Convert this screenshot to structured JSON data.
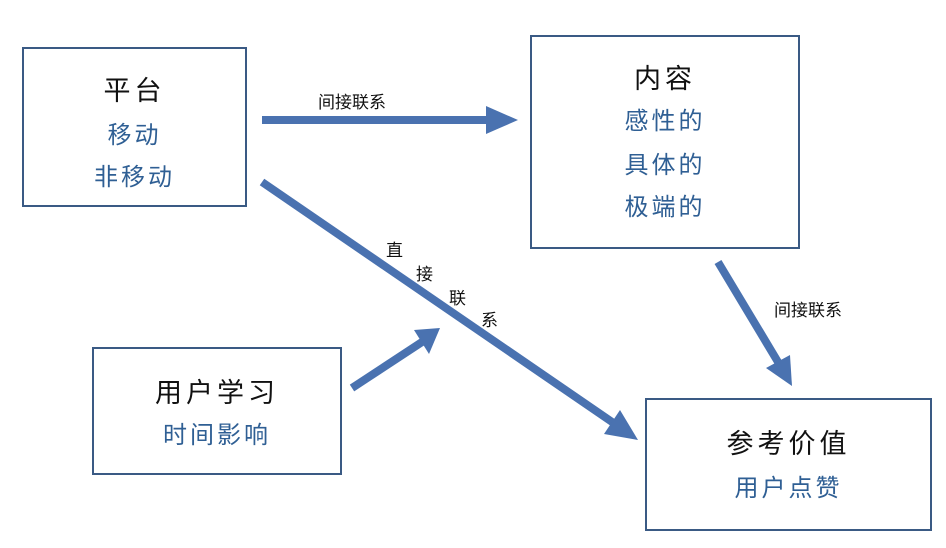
{
  "nodes": {
    "platform": {
      "title": "平台",
      "items": [
        "移动",
        "非移动"
      ]
    },
    "content": {
      "title": "内容",
      "items": [
        "感性的",
        "具体的",
        "极端的"
      ]
    },
    "learning": {
      "title": "用户学习",
      "items": [
        "时间影响"
      ]
    },
    "value": {
      "title": "参考价值",
      "items": [
        "用户点赞"
      ]
    }
  },
  "edges": {
    "platform_content": "间接联系",
    "platform_value": [
      "直",
      "接",
      "联",
      "系"
    ],
    "content_value": "间接联系"
  },
  "colors": {
    "arrow": "#4a72b0",
    "border": "#3a5a84",
    "item_text": "#2f5f94"
  }
}
